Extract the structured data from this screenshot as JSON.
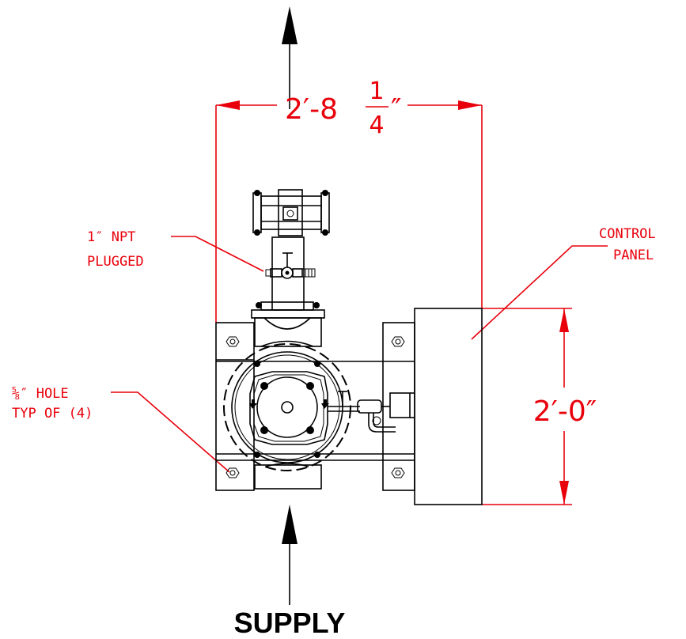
{
  "dimensions": {
    "width_whole": "2′-8",
    "width_fraction_num": "1",
    "width_fraction_den": "4",
    "width_inch_mark": "″",
    "height": "2′-0″"
  },
  "notes": {
    "npt_line1": "1″ NPT",
    "npt_line2": "PLUGGED",
    "hole_line1": "⅝″ HOLE",
    "hole_line2": "TYP OF (4)",
    "panel_line1": "CONTROL",
    "panel_line2": "PANEL"
  },
  "flow": {
    "supply_label": "SUPPLY"
  },
  "colors": {
    "dimension": "#e8000b",
    "linework": "#000000"
  }
}
